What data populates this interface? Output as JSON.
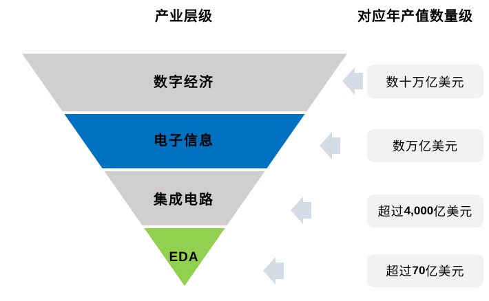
{
  "titles": {
    "left": "产业层级",
    "right": "对应年产值数量级"
  },
  "funnel": {
    "layers": [
      {
        "id": "digital-economy",
        "label": "数字经济",
        "color": "#d0cece"
      },
      {
        "id": "electronic-info",
        "label": "电子信息",
        "color": "#0070c0"
      },
      {
        "id": "integrated-circuit",
        "label": "集成电路",
        "color": "#d0cece"
      },
      {
        "id": "eda",
        "label": "EDA",
        "color": "#92d050"
      }
    ]
  },
  "values": [
    {
      "text": "数十万亿美元"
    },
    {
      "text": "数万亿美元"
    },
    {
      "prefix": "超过",
      "number": "4,000",
      "suffix": "亿美元"
    },
    {
      "prefix": "超过",
      "number": "70",
      "suffix": "亿美元"
    }
  ],
  "colors": {
    "arrow": "#d6dce5",
    "value_box_bg": "#f2f2f2",
    "text": "#000000"
  }
}
